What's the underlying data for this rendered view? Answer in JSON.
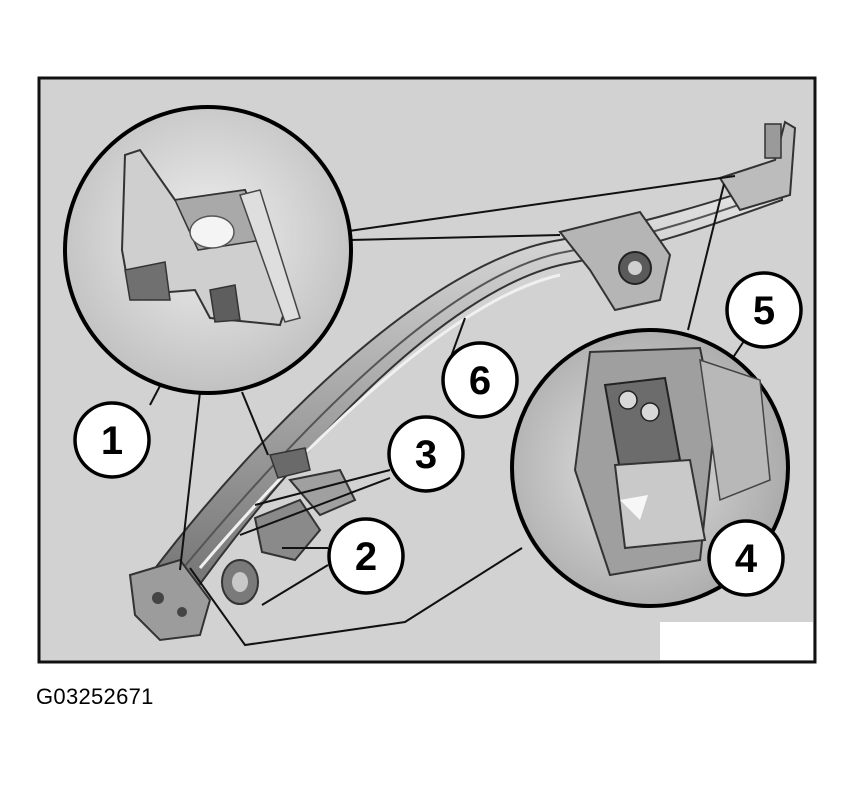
{
  "figure_id": "G03252671",
  "callouts": [
    "1",
    "2",
    "3",
    "4",
    "5",
    "6"
  ],
  "colors": {
    "panel_background": "#d2d2d2",
    "frame": "#111111",
    "part_light": "#c4c4c4",
    "part_dark": "#6e6e6e",
    "callout_fill": "#ffffff"
  }
}
